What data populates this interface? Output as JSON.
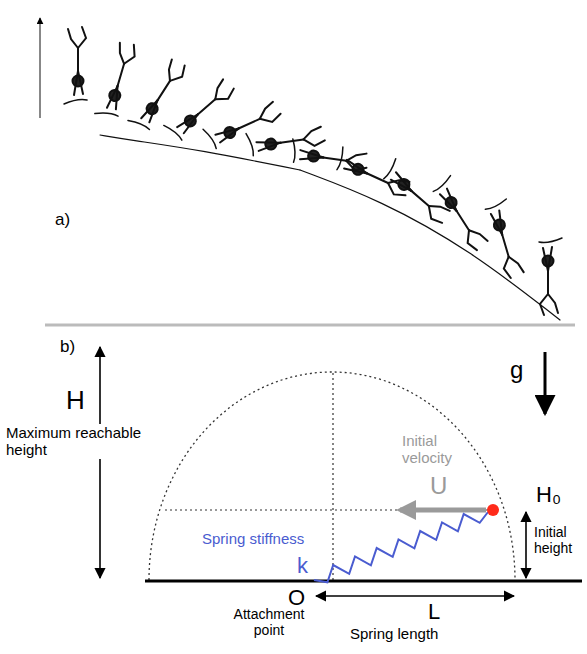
{
  "diagram": {
    "labels": [
      "a)",
      "b)",
      "H",
      "Maximum reachable height",
      "g",
      "Initial velocity",
      "U",
      "Spring stiffness",
      "k",
      "H₀",
      "Initial height",
      "Attachment point",
      "O",
      "Spring length",
      "L"
    ]
  }
}
